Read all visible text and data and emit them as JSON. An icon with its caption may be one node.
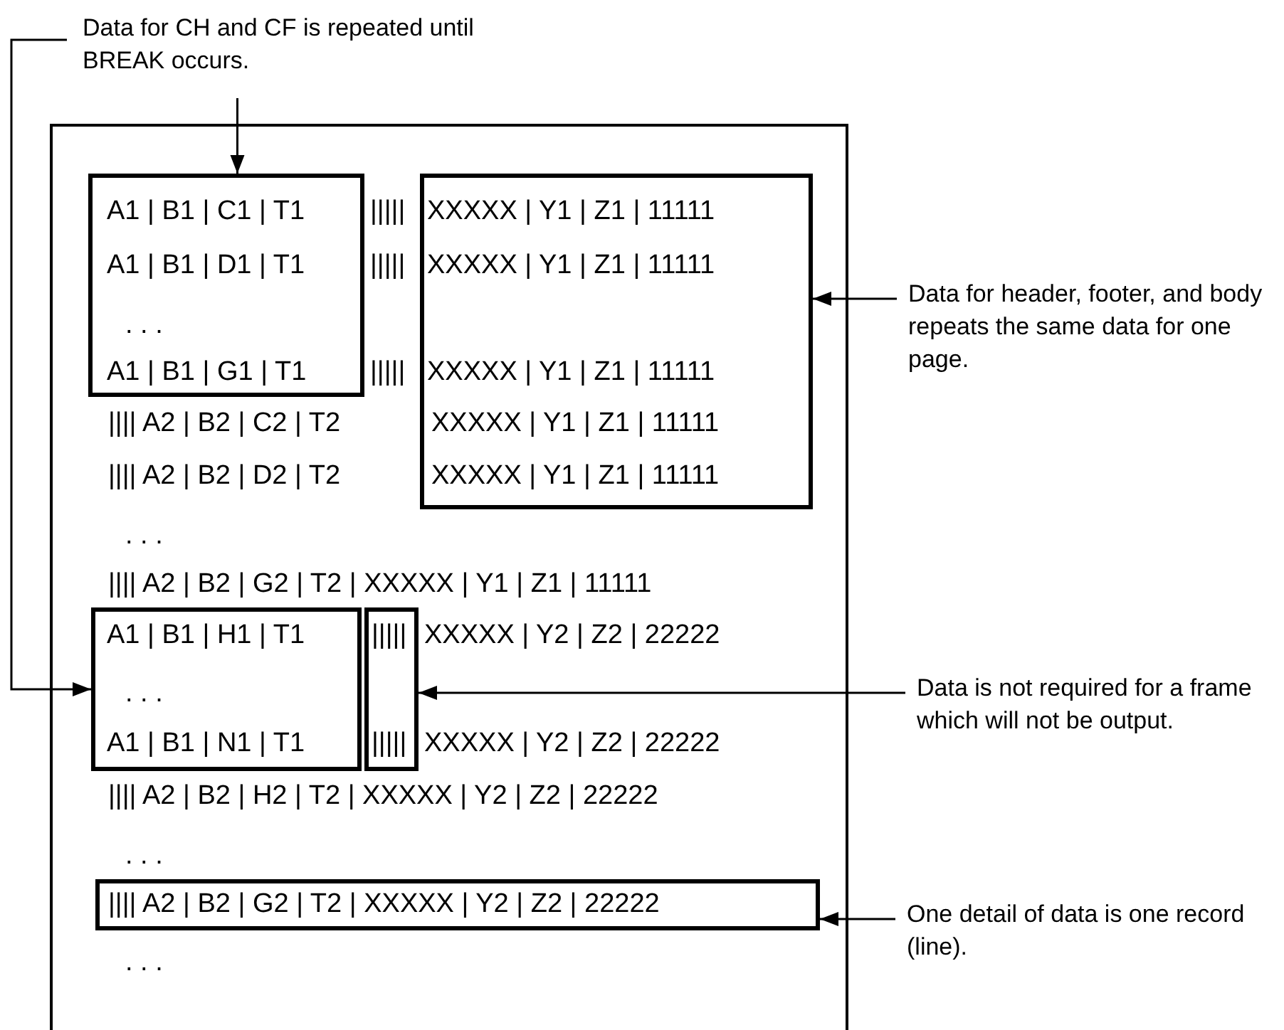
{
  "diagram": {
    "nodes": [
      {
        "text": [
          "Data for CH and CF is repeated until BREAK occurs."
        ]
      },
      {
        "text": [
          "|||||",
          "|||||",
          "|||||",
          "|||| A2 | B2 | C2 | T2",
          "|||| A2 | B2 | D2 | T2",
          ". . .",
          "|||| A2 | B2 | G2 | T2 | XXXXX | Y1 | Z1 | 11111",
          "XXXXX | Y2 | Z2 | 22222",
          "XXXXX | Y2 | Z2 | 22222",
          "|||| A2 | B2 | H2 | T2 | XXXXX | Y2 | Z2 | 22222",
          ". . .",
          ". . ."
        ]
      },
      {
        "text": [
          "A1 | B1 | C1 | T1",
          "A1 | B1 | D1 | T1",
          ". . .",
          "A1 | B1 | G1 | T1"
        ],
        "in": 1
      },
      {
        "text": [
          "XXXXX | Y1 | Z1 | 11111",
          "XXXXX | Y1 | Z1 | 11111",
          "XXXXX | Y1 | Z1 | 11111",
          "XXXXX | Y1 | Z1 | 11111",
          "XXXXX | Y1 | Z1 | 11111"
        ],
        "in": 1
      },
      {
        "text": [
          "A1 | B1 | H1 | T1",
          ". . .",
          "A1 | B1 | N1 | T1"
        ],
        "in": 1
      },
      {
        "text": [
          "|||||",
          "|||||"
        ],
        "in": 1
      },
      {
        "text": [
          "|||| A2 | B2 | G2 | T2 | XXXXX | Y2 | Z2 | 22222"
        ],
        "in": 1
      },
      {
        "text": [
          "Data for header, footer, and body repeats the same data for one page."
        ]
      },
      {
        "text": [
          "Data is not required for a frame which will not be output."
        ]
      },
      {
        "text": [
          "One detail of data is one record (line)."
        ]
      }
    ],
    "edges": [
      {
        "from": 0,
        "to": 2,
        "arrow": "to"
      },
      {
        "from": 0,
        "to": 4,
        "arrow": "to"
      },
      {
        "from": 7,
        "to": 3,
        "arrow": "to"
      },
      {
        "from": 8,
        "to": 5,
        "arrow": "to"
      },
      {
        "from": 9,
        "to": 6,
        "arrow": "to"
      }
    ]
  }
}
